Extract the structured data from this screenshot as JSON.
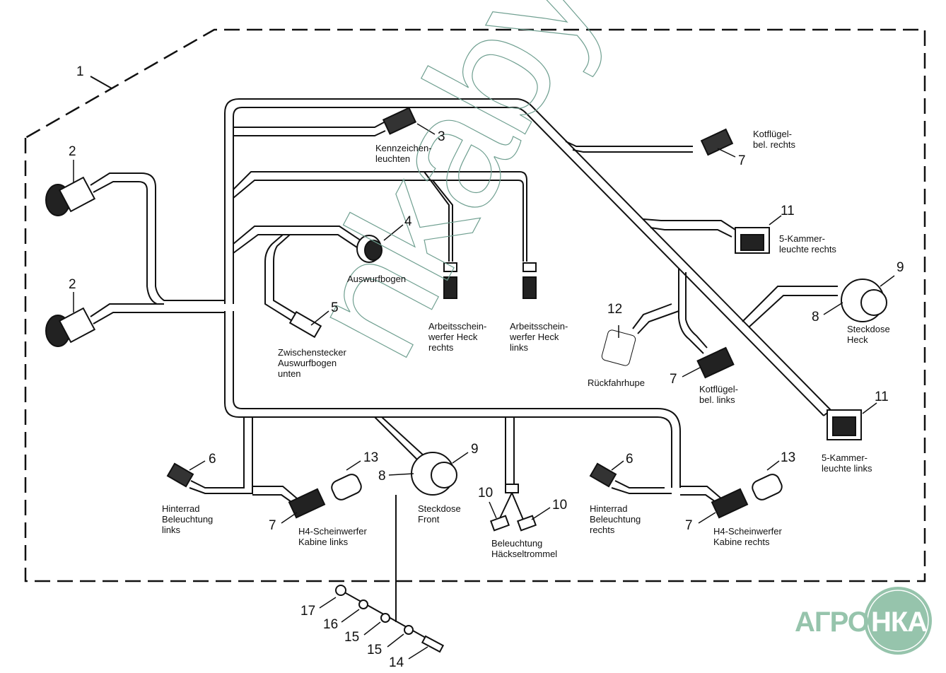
{
  "diagram": {
    "title": "Kabelbaum Beleuchtung",
    "watermark": "nkaby",
    "logo_text_left": "АГРО",
    "logo_text_right": "НКА",
    "colors": {
      "line": "#111111",
      "logo": "#96c4ac",
      "watermark": "#6f9f90",
      "background": "#ffffff"
    },
    "callouts": [
      {
        "id": "c1",
        "number": "1"
      },
      {
        "id": "c2a",
        "number": "2"
      },
      {
        "id": "c2b",
        "number": "2"
      },
      {
        "id": "c3",
        "number": "3"
      },
      {
        "id": "c4",
        "number": "4"
      },
      {
        "id": "c5",
        "number": "5"
      },
      {
        "id": "c6a",
        "number": "6"
      },
      {
        "id": "c6b",
        "number": "6"
      },
      {
        "id": "c7a",
        "number": "7"
      },
      {
        "id": "c7b",
        "number": "7"
      },
      {
        "id": "c7c",
        "number": "7"
      },
      {
        "id": "c7d",
        "number": "7"
      },
      {
        "id": "c8a",
        "number": "8"
      },
      {
        "id": "c8b",
        "number": "8"
      },
      {
        "id": "c9a",
        "number": "9"
      },
      {
        "id": "c9b",
        "number": "9"
      },
      {
        "id": "c10a",
        "number": "10"
      },
      {
        "id": "c10b",
        "number": "10"
      },
      {
        "id": "c11a",
        "number": "11"
      },
      {
        "id": "c11b",
        "number": "11"
      },
      {
        "id": "c12",
        "number": "12"
      },
      {
        "id": "c13a",
        "number": "13"
      },
      {
        "id": "c13b",
        "number": "13"
      },
      {
        "id": "c14",
        "number": "14"
      },
      {
        "id": "c15a",
        "number": "15"
      },
      {
        "id": "c15b",
        "number": "15"
      },
      {
        "id": "c16",
        "number": "16"
      },
      {
        "id": "c17",
        "number": "17"
      }
    ],
    "labels": {
      "kennzeichenleuchten": "Kennzeichen-\nleuchten",
      "kotfluegel_rechts": "Kotflügel-\nbel. rechts",
      "fuenfkammer_rechts": "5-Kammer-\nleuchte rechts",
      "auswurfbogen": "Auswurfbogen",
      "zwischenstecker": "Zwischenstecker\nAuswurfbogen\nunten",
      "arbeits_rechts": "Arbeitsschein-\nwerfer Heck\nrechts",
      "arbeits_links": "Arbeitsschein-\nwerfer Heck\nlinks",
      "rueckfahrhupe": "Rückfahrhupe",
      "kotfluegel_links": "Kotflügel-\nbel. links",
      "steckdose_heck": "Steckdose\nHeck",
      "fuenfkammer_links": "5-Kammer-\nleuchte links",
      "hinterrad_links": "Hinterrad\nBeleuchtung\nlinks",
      "h4_links": "H4-Scheinwerfer\nKabine links",
      "steckdose_front": "Steckdose\nFront",
      "haeckseltrommel": "Beleuchtung\nHäckseltrommel",
      "hinterrad_rechts": "Hinterrad\nBeleuchtung\nrechts",
      "h4_rechts": "H4-Scheinwerfer\nKabine rechts"
    }
  }
}
